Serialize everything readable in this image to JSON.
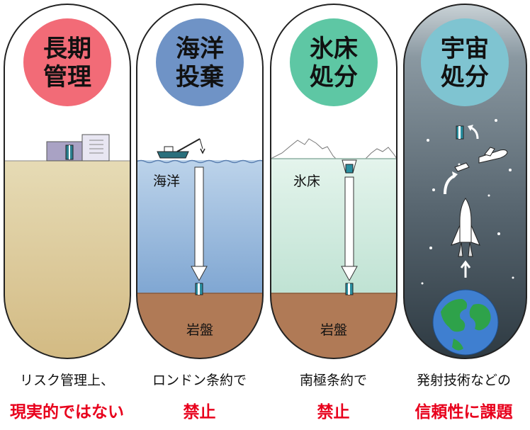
{
  "panels": [
    {
      "key": "long_term",
      "badge": [
        "長期",
        "管理"
      ],
      "badge_color": "#f26b77",
      "inner_label": "",
      "bottom_label": "",
      "caption": "リスク管理上、",
      "verdict": "現実的ではない"
    },
    {
      "key": "ocean",
      "badge": [
        "海洋",
        "投棄"
      ],
      "badge_color": "#6f93c6",
      "inner_label": "海洋",
      "bottom_label": "岩盤",
      "caption": "ロンドン条約で",
      "verdict": "禁止"
    },
    {
      "key": "ice_sheet",
      "badge": [
        "氷床",
        "処分"
      ],
      "badge_color": "#5ec7a4",
      "inner_label": "氷床",
      "bottom_label": "岩盤",
      "caption": "南極条約で",
      "verdict": "禁止"
    },
    {
      "key": "space",
      "badge": [
        "宇宙",
        "処分"
      ],
      "badge_color": "#7fc4d1",
      "inner_label": "",
      "bottom_label": "",
      "caption": "発射技術などの",
      "verdict": "信頼性に課題"
    }
  ],
  "colors": {
    "verdict": "#e8001c",
    "sand": "#d9c48e",
    "sea": "#8fb4da",
    "ice": "#cfeadf",
    "bedrock": "#b07a56",
    "space_dark": "#4a5964",
    "earth_sea": "#3f7fd0",
    "earth_land": "#2ea24a"
  },
  "icons": [
    "building-icon",
    "ship-crane-icon",
    "glacier-icon",
    "space-shuttle-icon",
    "earth-icon",
    "stars-icon"
  ]
}
